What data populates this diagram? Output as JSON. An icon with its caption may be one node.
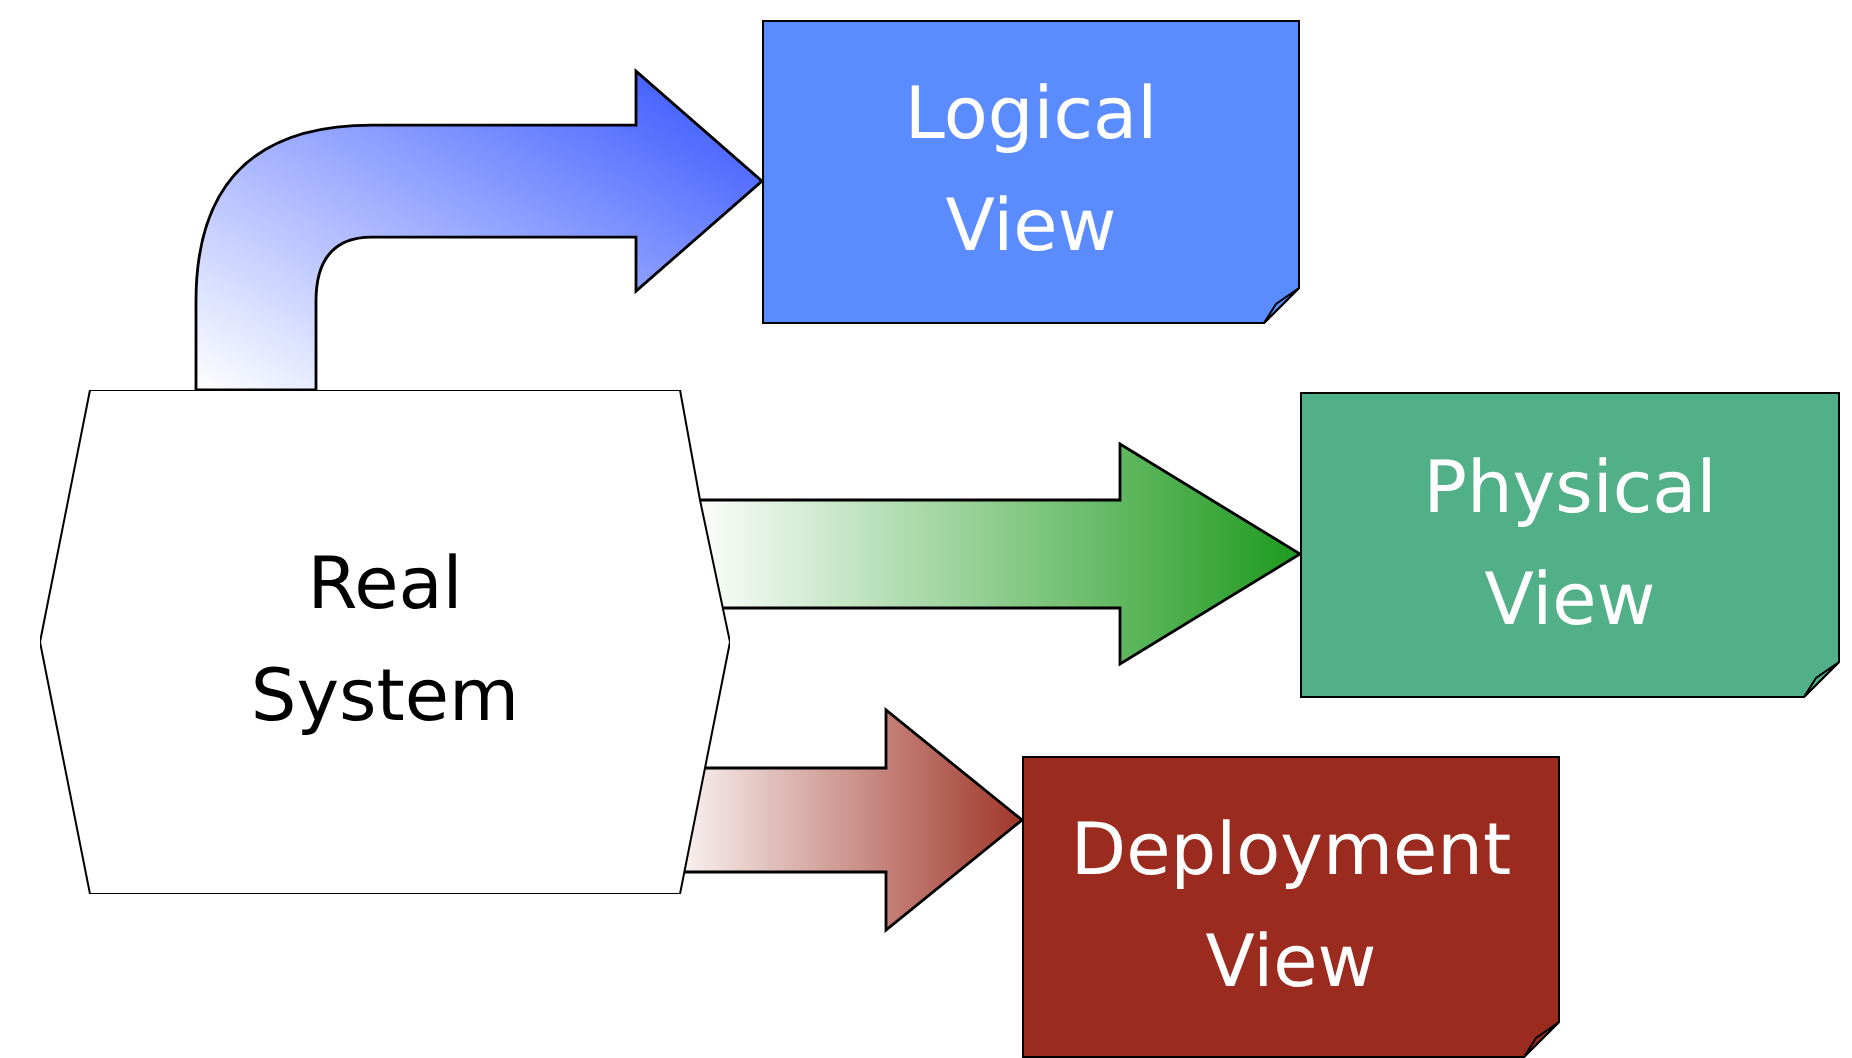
{
  "diagram": {
    "nodes": [
      {
        "text": [
          "Logical View"
        ]
      },
      {
        "text": [
          "Real System"
        ]
      },
      {
        "text": [
          "Physical View"
        ]
      },
      {
        "text": [
          "Deployment View"
        ]
      }
    ],
    "edges": [
      {
        "from": 1,
        "to": 0,
        "arrow": "to",
        "style": "thick",
        "color": "#3050ff"
      },
      {
        "from": 1,
        "to": 2,
        "arrow": "to",
        "style": "thick",
        "color": "#1e9a1e"
      },
      {
        "from": 1,
        "to": 3,
        "arrow": "to",
        "style": "thick",
        "color": "#a0372a"
      }
    ]
  }
}
